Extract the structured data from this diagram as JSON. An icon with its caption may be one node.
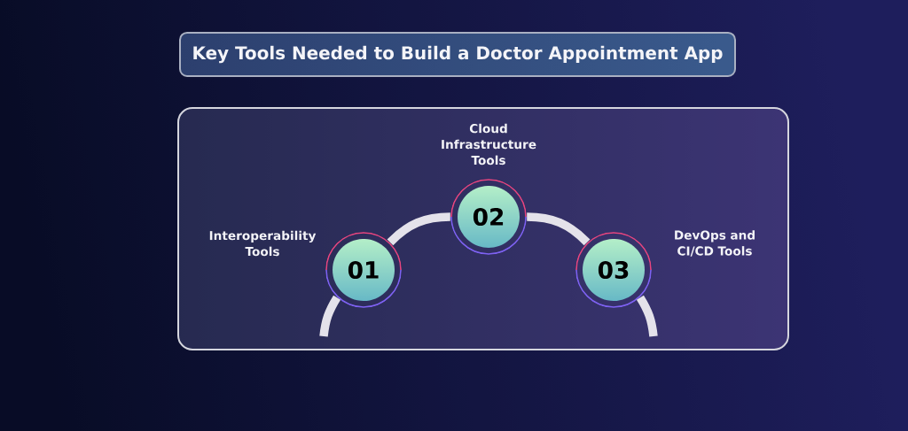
{
  "diagram": {
    "title": "Key Tools Needed to Build a Doctor Appointment App",
    "nodes": [
      {
        "text": [],
        "shape": "box"
      },
      {
        "text": [
          "01"
        ],
        "beside": [
          "Interoperability Tools"
        ],
        "in": 0
      },
      {
        "text": [
          "02"
        ],
        "beside": [
          "Cloud Infrastructure Tools"
        ],
        "in": 0
      },
      {
        "text": [
          "03"
        ],
        "beside": [
          "DevOps and CI/CD Tools"
        ],
        "in": 0
      }
    ],
    "edges": [
      {
        "from": null,
        "to": 1,
        "arrow": "none"
      },
      {
        "from": 1,
        "to": 2,
        "arrow": "none"
      },
      {
        "from": 2,
        "to": 3,
        "arrow": "none"
      },
      {
        "from": 3,
        "to": null,
        "arrow": "none"
      }
    ]
  }
}
